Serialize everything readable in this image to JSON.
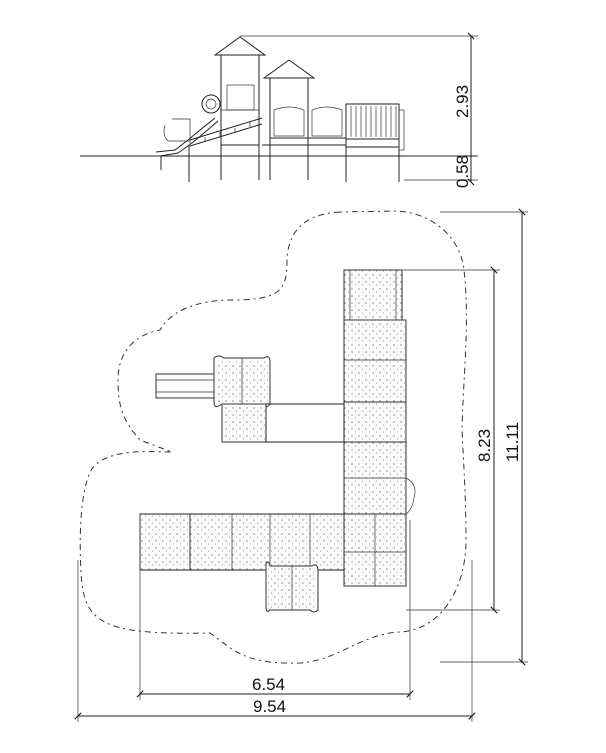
{
  "dimensions": {
    "elevation_height": "2.93",
    "platform_height": "0.58",
    "plan_depth_inner": "8.23",
    "plan_depth_outer": "11.11",
    "plan_width_inner": "6.54",
    "plan_width_outer": "9.54"
  }
}
